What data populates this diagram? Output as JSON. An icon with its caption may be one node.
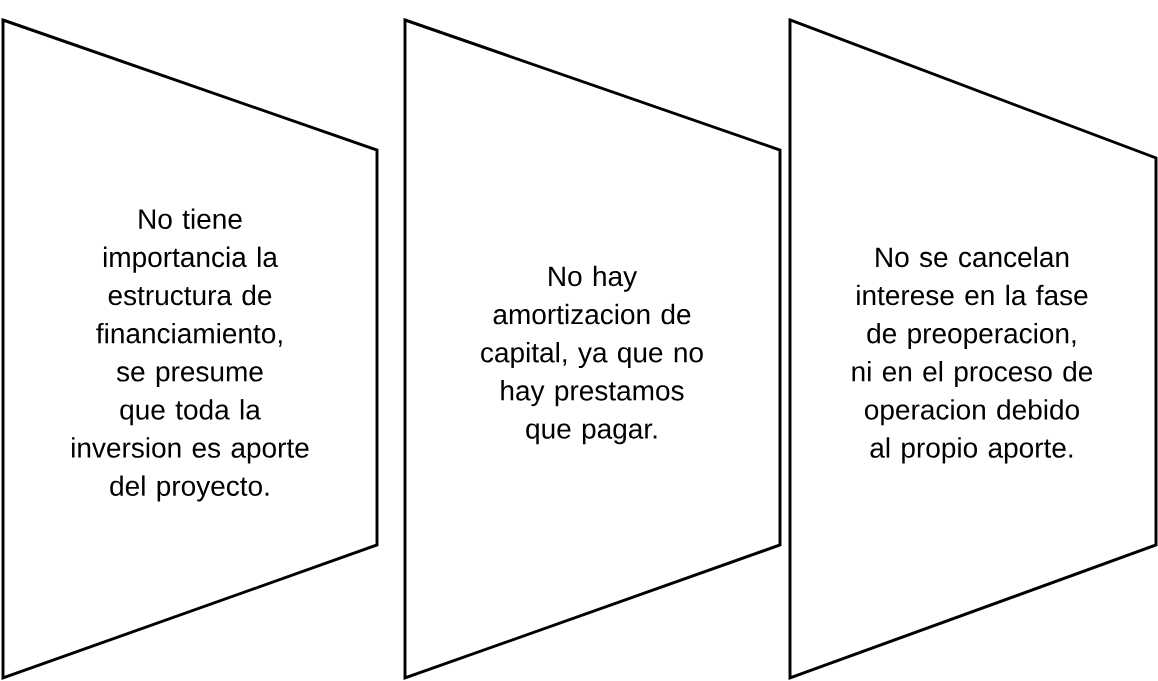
{
  "diagram": {
    "nodes": [
      {
        "text": [
          "No tiene importancia la estructura de financiamiento, se presume que toda la inversion es aporte del proyecto."
        ]
      },
      {
        "text": [
          "No hay amortizacion de capital, ya que no hay prestamos que pagar."
        ]
      },
      {
        "text": [
          "No se cancelan interese en la fase de preoperacion, ni en el proceso de operacion debido al propio aporte."
        ]
      }
    ]
  }
}
